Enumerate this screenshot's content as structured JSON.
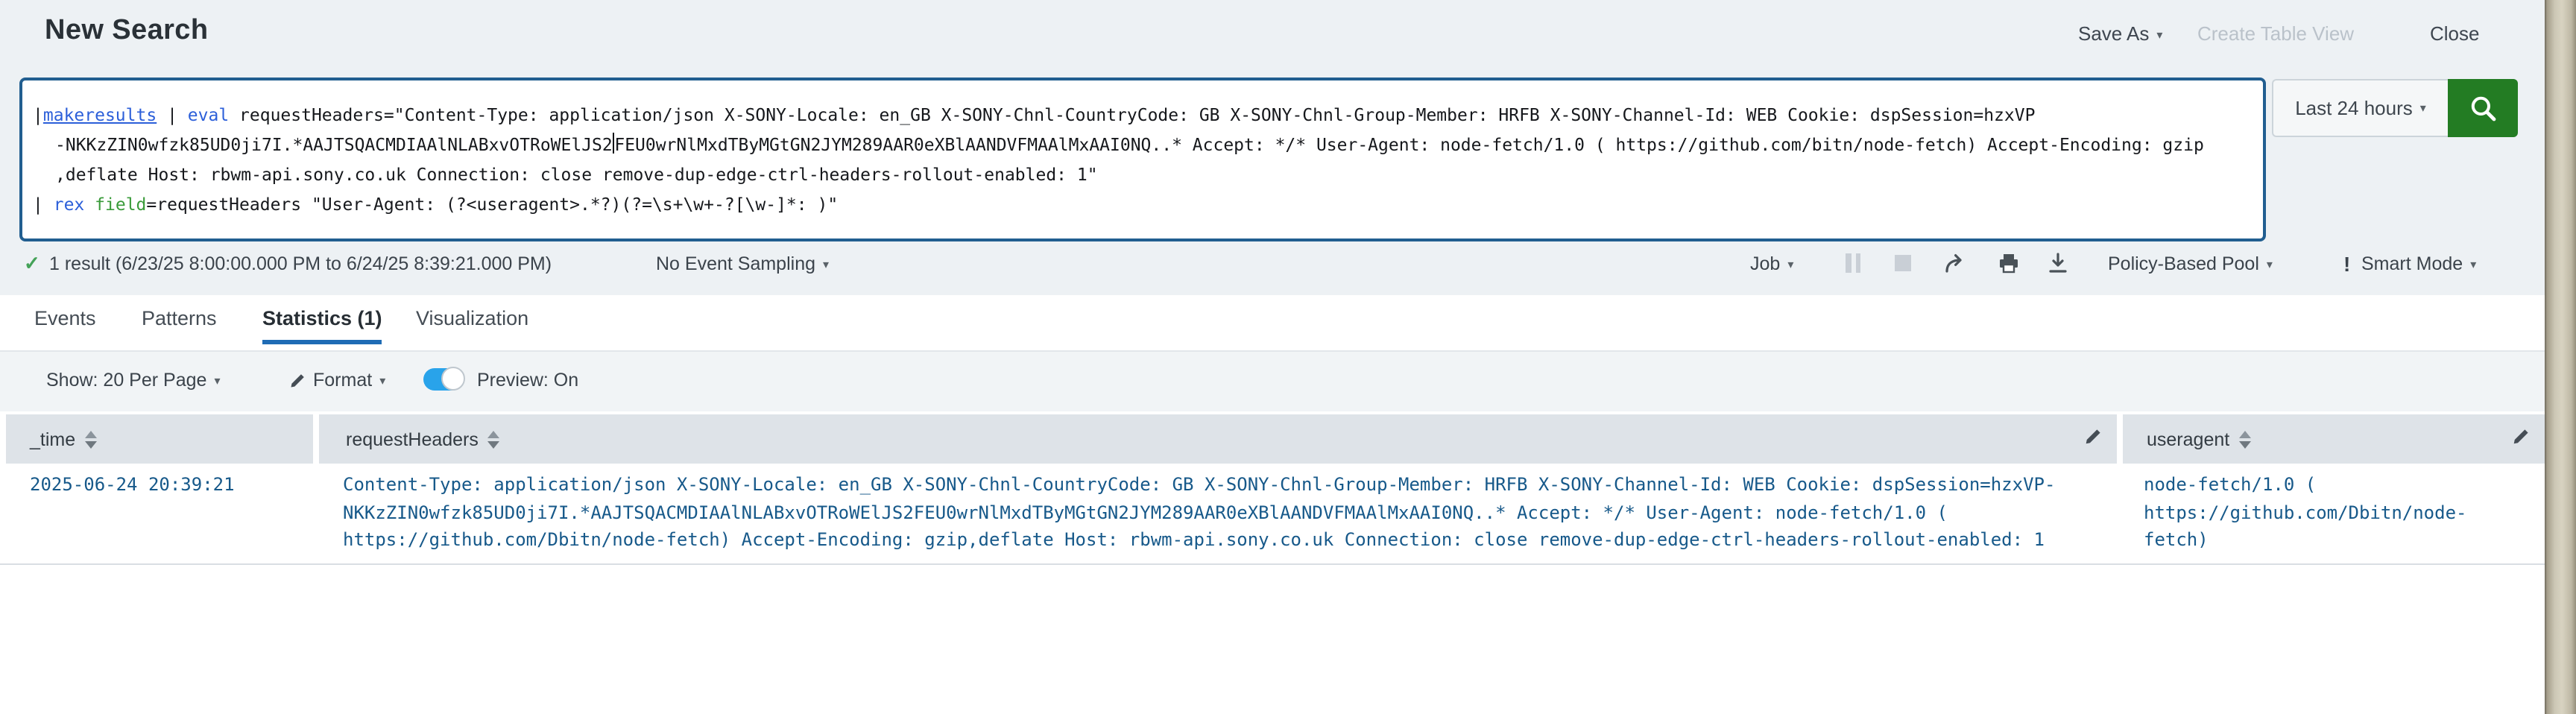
{
  "header": {
    "title": "New Search",
    "save_as": "Save As",
    "create_table_view": "Create Table View",
    "close": "Close"
  },
  "search": {
    "time_range": "Last 24 hours",
    "query": {
      "pipe1": "|",
      "cmd_makeresults": "makeresults",
      "sep": " | ",
      "cmd_eval": "eval",
      "line1_rest": " requestHeaders=\"Content-Type: application/json X-SONY-Locale: en_GB X-SONY-Chnl-CountryCode: GB X-SONY-Chnl-Group-Member: HRFB X-SONY-Channel-Id: WEB Cookie: dspSession=hzxVP",
      "line2_before_caret": "-NKKzZIN0wfzk85UD0ji7I.*AAJTSQACMDIAAlNLABxvOTRoWElJS2",
      "line2_after_caret": "FEU0wrNlMxdTByMGtGN2JYM289AAR0eXBlAANDVFMAAlMxAAI0NQ..* Accept: */* User-Agent: node-fetch/1.0 ( https://github.com/bitn/node-fetch) Accept-Encoding: gzip",
      "line3": ",deflate Host: rbwm-api.sony.co.uk Connection: close remove-dup-edge-ctrl-headers-rollout-enabled: 1\"",
      "pipe2": "| ",
      "cmd_rex": "rex",
      "arg_field": "field",
      "line4_rest": "=requestHeaders \"User-Agent: (?<useragent>.*?)(?=\\s+\\w+-?[\\w-]*: )\""
    }
  },
  "status": {
    "result_summary": "1 result (6/23/25 8:00:00.000 PM to 6/24/25 8:39:21.000 PM)",
    "sampling": "No Event Sampling",
    "job": "Job",
    "pool": "Policy-Based Pool",
    "mode": "Smart Mode"
  },
  "tabs": [
    {
      "label": "Events"
    },
    {
      "label": "Patterns"
    },
    {
      "label": "Statistics (1)"
    },
    {
      "label": "Visualization"
    }
  ],
  "controls": {
    "show": "Show: 20 Per Page",
    "format": "Format",
    "preview": "Preview: On"
  },
  "table": {
    "columns": [
      {
        "name": "_time"
      },
      {
        "name": "requestHeaders"
      },
      {
        "name": "useragent"
      }
    ],
    "rows": [
      {
        "time": "2025-06-24 20:39:21",
        "requestHeaders_lines": [
          "Content-Type: application/json X-SONY-Locale: en_GB X-SONY-Chnl-CountryCode: GB X-SONY-Chnl-Group-Member: HRFB X-SONY-Channel-Id: WEB Cookie: dspSession=hzxVP-",
          "NKKzZIN0wfzk85UD0ji7I.*AAJTSQACMDIAAlNLABxvOTRoWElJS2FEU0wrNlMxdTByMGtGN2JYM289AAR0eXBlAANDVFMAAlMxAAI0NQ..* Accept: */* User-Agent: node-fetch/1.0 (",
          "https://github.com/Dbitn/node-fetch) Accept-Encoding: gzip,deflate Host: rbwm-api.sony.co.uk Connection: close remove-dup-edge-ctrl-headers-rollout-enabled: 1"
        ],
        "useragent_lines": [
          "node-fetch/1.0 (",
          "https://github.com/Dbitn/node-",
          "fetch)"
        ]
      }
    ]
  },
  "icons": {
    "caret": "▾",
    "check": "✓",
    "exclaim": "!"
  },
  "colors": {
    "search_border_blue": "#215e90",
    "button_green": "#237c23",
    "tab_underline_blue": "#1f6cb5",
    "toggle_blue": "#29a3ea",
    "result_link_blue": "#17598a",
    "keyword_blue": "#2c5fd9",
    "field_green": "#3a9b3a",
    "check_green": "#44a258"
  }
}
